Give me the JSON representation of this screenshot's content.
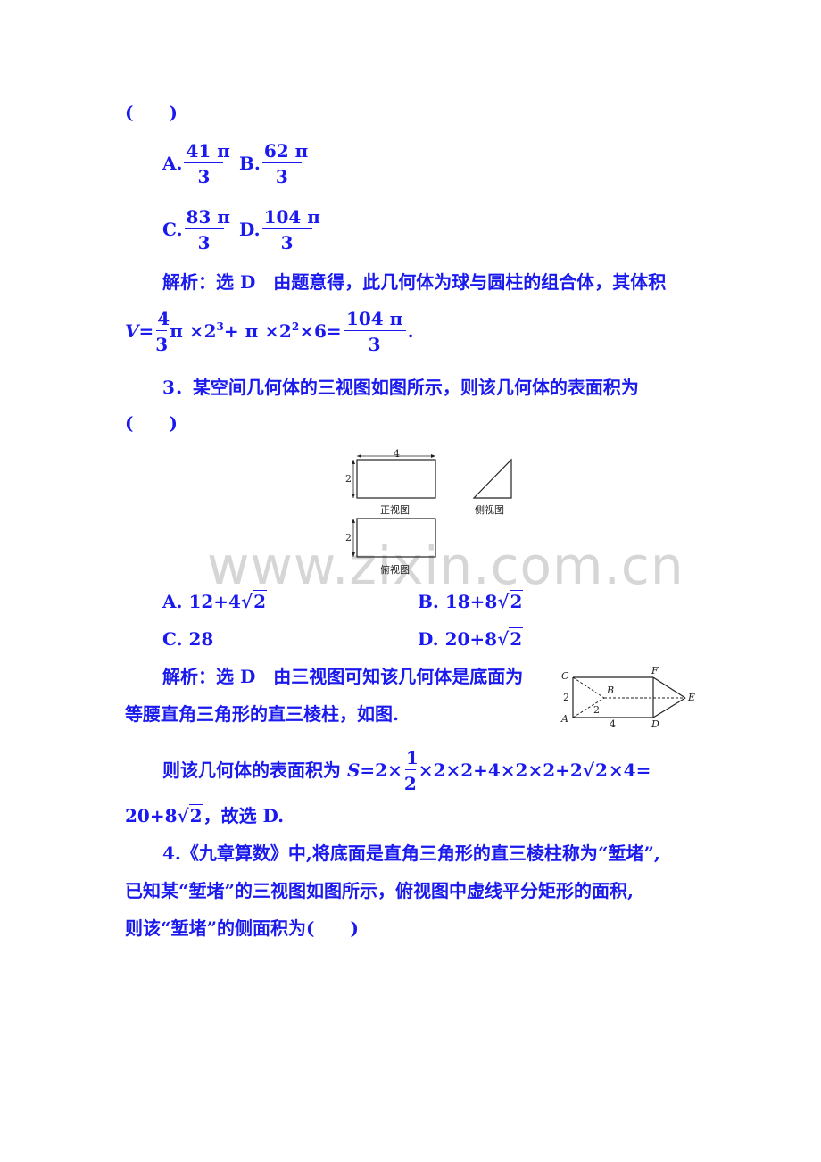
{
  "q2": {
    "paren": "(　　)",
    "options": [
      {
        "letter": "A.",
        "num": "41 π",
        "den": "3"
      },
      {
        "letter": "B.",
        "num": "62 π",
        "den": "3"
      },
      {
        "letter": "C.",
        "num": "83 π",
        "den": "3"
      },
      {
        "letter": "D.",
        "num": "104 π",
        "den": "3"
      }
    ],
    "solution": {
      "line1": "解析：选 D　由题意得，此几何体为球与圆柱的组合体，其体积",
      "formula": {
        "lhs": "V=",
        "frac1_num": "4",
        "frac1_den": "3",
        "part1": "π ×2",
        "exp1": "3",
        "part2": "+ π ×2",
        "exp2": "2",
        "part3": "×6=",
        "frac2_num": "104 π",
        "frac2_den": "3",
        "end": "."
      }
    }
  },
  "q3": {
    "stem": "3．某空间几何体的三视图如图所示，则该几何体的表面积为",
    "paren": "(　　)",
    "figure": {
      "front_view_label": "正视图",
      "side_view_label": "侧视图",
      "top_view_label": "俯视图",
      "dim_width": "4",
      "dim_height_front": "2",
      "dim_height_top": "2"
    },
    "options": [
      {
        "letter": "A.",
        "pre": "12+4",
        "rad": "2"
      },
      {
        "letter": "B.",
        "pre": "18+8",
        "rad": "2"
      },
      {
        "letter": "C.",
        "pre": "28",
        "rad": null
      },
      {
        "letter": "D.",
        "pre": "20+8",
        "rad": "2"
      }
    ],
    "solution": {
      "line1": "解析：选 D　由三视图可知该几何体是底面为",
      "line2": "等腰直角三角形的直三棱柱，如图.",
      "line3_pre": "则该几何体的表面积为 ",
      "line3_S": "S",
      "line3_a": "=2×",
      "line3_frac_num": "1",
      "line3_frac_den": "2",
      "line3_b": "×2×2+4×2×2+2",
      "line3_rad": "2",
      "line3_c": "×4=",
      "line4_pre": "20+8",
      "line4_rad": "2",
      "line4_post": "，故选 D.",
      "prism_figure": {
        "labels": {
          "A": "A",
          "B": "B",
          "C": "C",
          "D": "D",
          "E": "E",
          "F": "F"
        },
        "dim_height": "2",
        "dim_ab": "2",
        "dim_length": "4"
      }
    }
  },
  "q4": {
    "line1": "4.《九章算数》中,将底面是直角三角形的直三棱柱称为“堑堵”,",
    "line2": "已知某“堑堵”的三视图如图所示，俯视图中虚线平分矩形的面积,",
    "line3": "则该“堑堵”的侧面积为(　　)"
  },
  "watermark": "www.zixin.com.cn"
}
